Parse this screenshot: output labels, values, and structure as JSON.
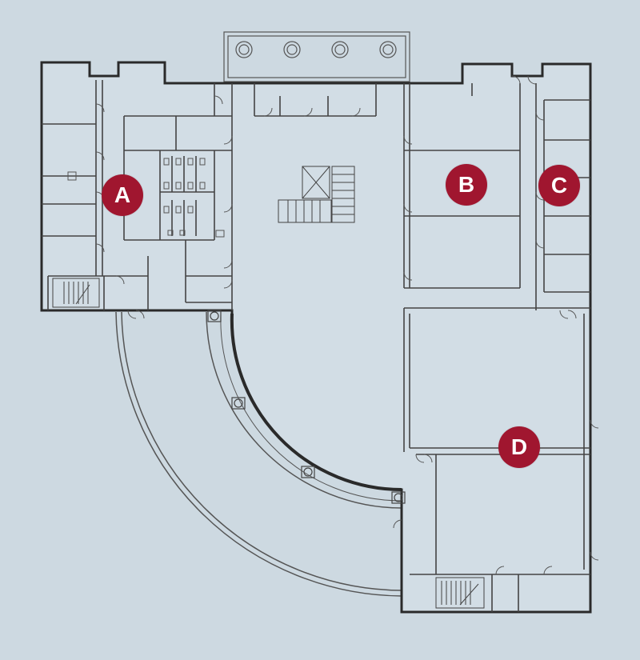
{
  "colors": {
    "background": "#cdd9e1",
    "wall": "#2a2a2a",
    "wall_thin": "#555555",
    "room_fill": "#d2dde5",
    "marker": "#a0162f",
    "marker_text": "#ffffff"
  },
  "markers": [
    {
      "id": "A",
      "label": "A"
    },
    {
      "id": "B",
      "label": "B"
    },
    {
      "id": "C",
      "label": "C"
    },
    {
      "id": "D",
      "label": "D"
    }
  ]
}
